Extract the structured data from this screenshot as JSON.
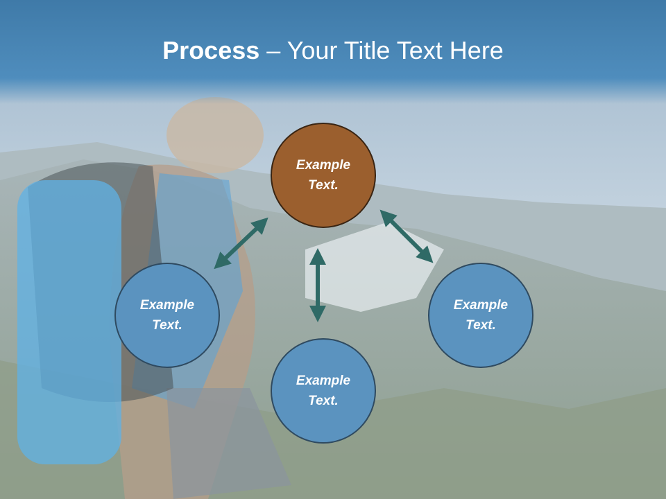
{
  "title": {
    "bold": "Process",
    "rest": " – Your Title Text Here"
  },
  "nodes": {
    "top": {
      "line1": "Example",
      "line2": "Text."
    },
    "left": {
      "line1": "Example",
      "line2": "Text."
    },
    "right": {
      "line1": "Example",
      "line2": "Text."
    },
    "bottom": {
      "line1": "Example",
      "line2": "Text."
    }
  },
  "colors": {
    "title_bar": "#4a86b3",
    "node_fill": "#5b93bf",
    "center_node_fill": "#9b5f2e",
    "arrow": "#2f6a66"
  }
}
